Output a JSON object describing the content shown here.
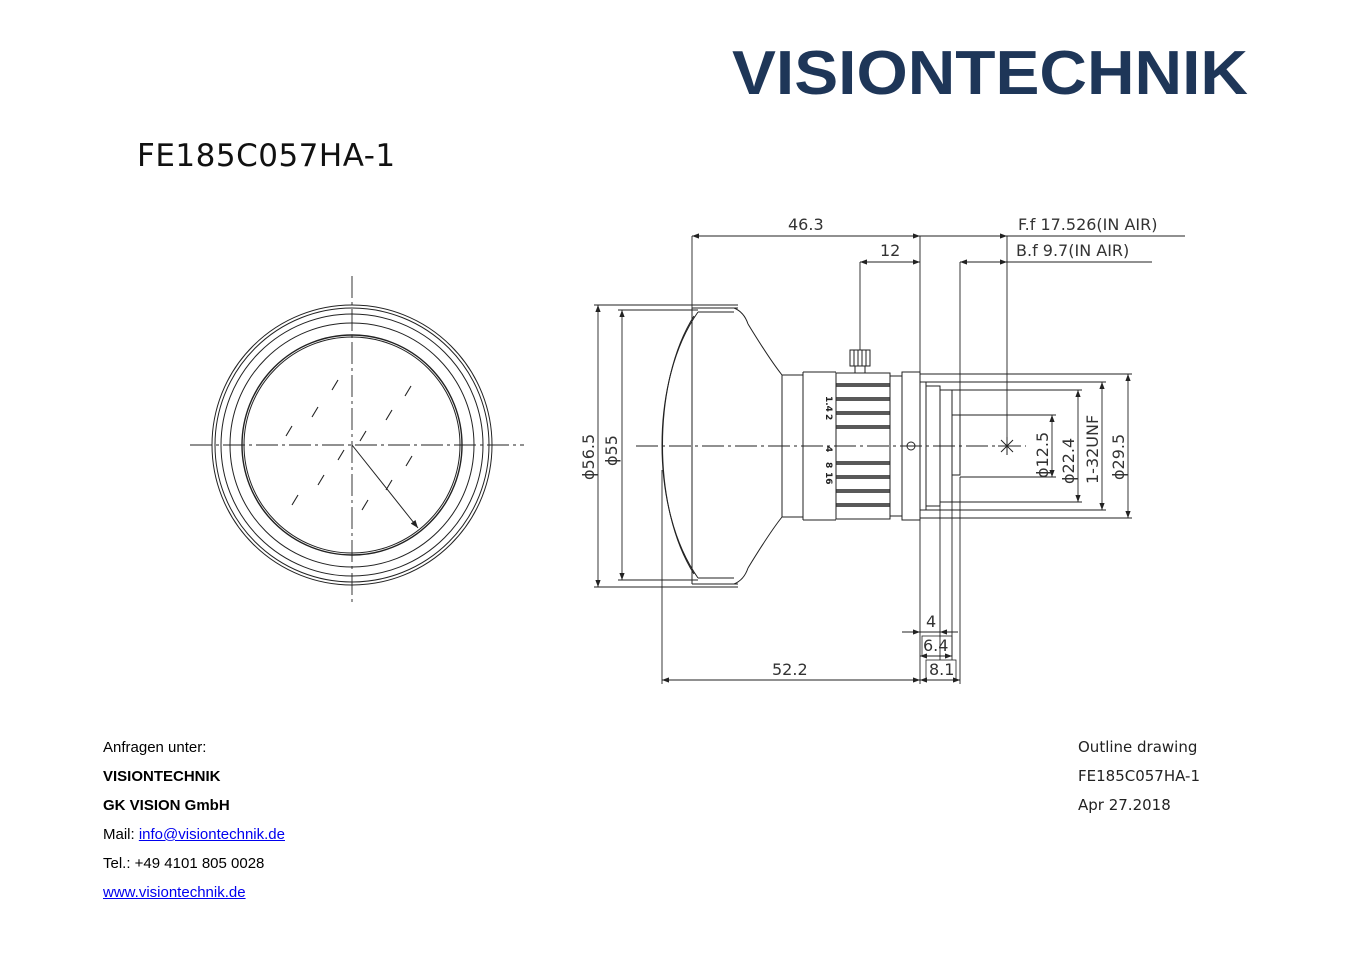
{
  "brand": {
    "name": "VISIONTECHNIK",
    "color": "#1e3658"
  },
  "model": "FE185C057HA-1",
  "dimensions": {
    "ff": "F.f  17.526(IN  AIR)",
    "bf": "B.f  9.7(IN  AIR)",
    "d46_3": "46.3",
    "d12": "12",
    "d4": "4",
    "d6_4": "6.4",
    "d8_1": "8.1",
    "d52_2": "52.2",
    "phi56_5": "ϕ56.5",
    "phi55": "ϕ55",
    "phi12_5": "ϕ12.5",
    "phi22_4": "ϕ22.4",
    "unf": "1-32UNF",
    "phi29_5": "ϕ29.5"
  },
  "ring_marks": [
    "1.4",
    "2",
    "4",
    "8",
    "16"
  ],
  "contact": {
    "intro": "Anfragen unter:",
    "company1": "VISIONTECHNIK",
    "company2": "GK VISION GmbH",
    "mail_label": "Mail: ",
    "mail": "info@visiontechnik.de",
    "tel": "Tel.: +49 4101 805 0028",
    "web": "www.visiontechnik.de"
  },
  "info": {
    "title": "Outline drawing",
    "model": "FE185C057HA-1",
    "date": "Apr 27.2018"
  }
}
